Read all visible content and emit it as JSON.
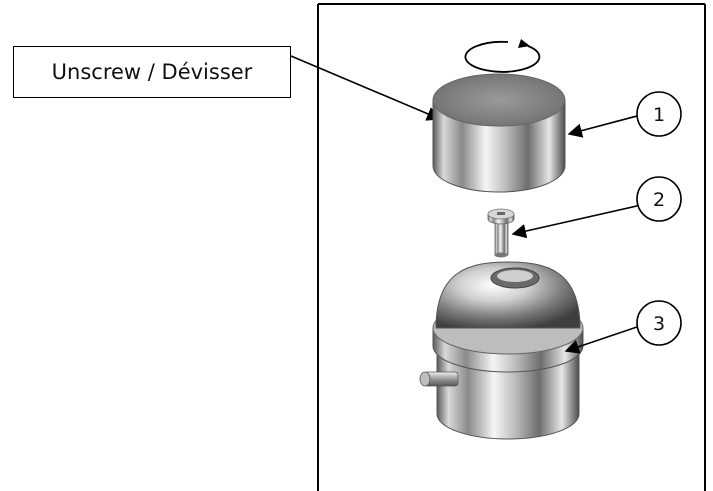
{
  "instruction_label": "Unscrew / Dévisser",
  "callouts": [
    {
      "number": "1",
      "part": "cap"
    },
    {
      "number": "2",
      "part": "screw"
    },
    {
      "number": "3",
      "part": "knob-base"
    }
  ],
  "icons": {
    "rotation": "rotation-arrow-icon"
  }
}
